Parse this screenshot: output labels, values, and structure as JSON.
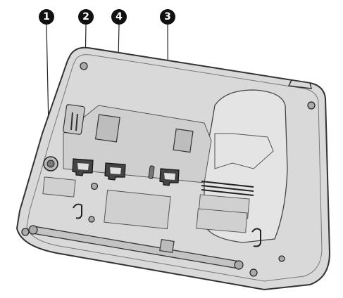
{
  "callouts": [
    {
      "id": "1",
      "label": "1"
    },
    {
      "id": "2",
      "label": "2"
    },
    {
      "id": "4",
      "label": "4"
    },
    {
      "id": "3",
      "label": "3"
    }
  ],
  "colors": {
    "body_fill": "#d9d9d9",
    "body_stroke": "#333333",
    "callout_fill": "#111111",
    "callout_text": "#ffffff"
  }
}
